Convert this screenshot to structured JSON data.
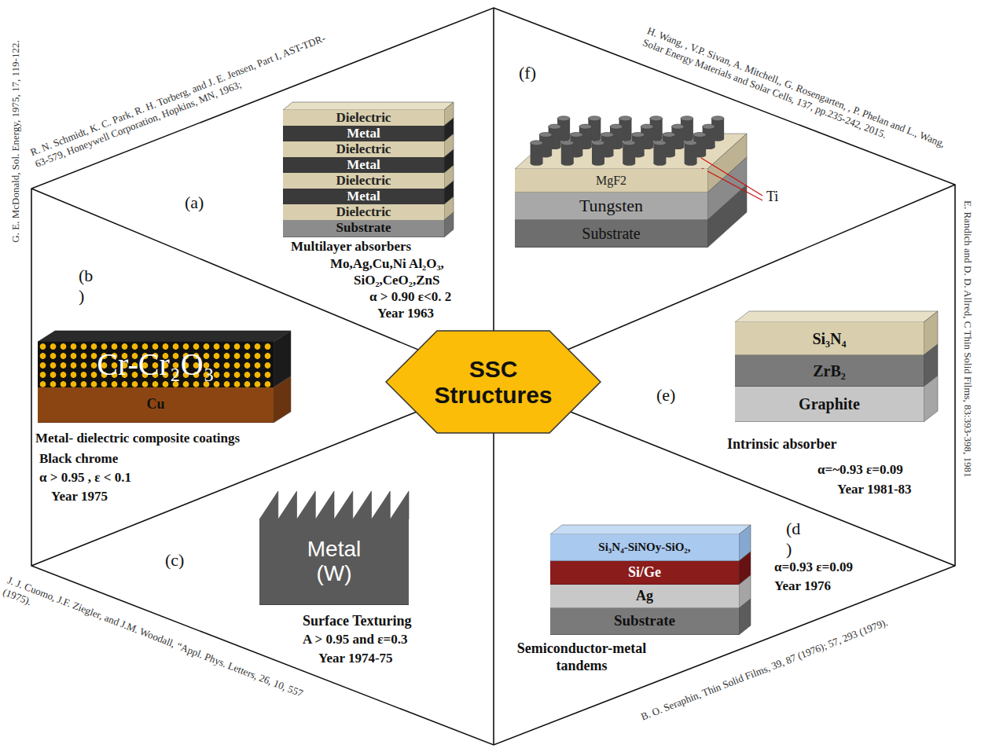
{
  "diagram": {
    "nodes": [
      {
        "text": [
          "SSC Structures"
        ]
      },
      {
        "text": [
          "Dielectric"
        ]
      },
      {
        "text": [
          "Metal"
        ]
      },
      {
        "text": [
          "Dielectric"
        ]
      },
      {
        "text": [
          "Metal"
        ]
      },
      {
        "text": [
          "Dielectric"
        ]
      },
      {
        "text": [
          "Metal"
        ]
      },
      {
        "text": [
          "Dielectric"
        ]
      },
      {
        "text": [
          "Substrate"
        ]
      },
      {
        "text": [
          "MgF2"
        ]
      },
      {
        "text": [
          "Tungsten"
        ]
      },
      {
        "text": [
          "Substrate"
        ]
      },
      {
        "text": [
          "Cr-Cr₂O₃"
        ]
      },
      {
        "text": [
          "Cu"
        ]
      },
      {
        "text": [
          "Si₃N₄"
        ]
      },
      {
        "text": [
          "ZrB₂"
        ]
      },
      {
        "text": [
          "Graphite"
        ]
      },
      {
        "text": [
          "Metal (W)"
        ]
      },
      {
        "text": [
          "Si₃N₄-SiNOy-SiO₂,"
        ]
      },
      {
        "text": [
          "Si/Ge"
        ]
      },
      {
        "text": [
          "Ag"
        ]
      },
      {
        "text": [
          "Substrate"
        ]
      }
    ],
    "labels": [
      "R. N. Schmidt, K. C. Park, R. H. Torberg, and J. E. Jensen, Part I, AST-TDR-63-579, Honeywell Corporation, Hopkins, MN, 1963;",
      "H. Wang, , V.P. Sivan, A. Mitchell,, G. Rosengarten, , P. Phelan and L., Wang, Solar Energy Materials and Solar Cells, 137, pp.235-242, 2015.",
      "(a)",
      "(f)",
      "Multilayer absorbers",
      "Mo,Ag,Cu,Ni Al₂O₃,",
      "SiO₂,CeO₂,ZnS",
      "α > 0.90 ε<0. 2",
      "Year 1963",
      "Ti",
      "G. E. McDonald, Sol. Energy, 1975, 17, 119-122.",
      "(b )",
      "E. Randich and D. D. Allred, C Thin Solid Films, 83:393-398, 1981",
      "(e)",
      "Metal- dielectric composite coatings",
      "Black chrome",
      "α > 0.95 , ε < 0.1",
      "Year 1975",
      "Intrinsic absorber",
      "α=~0.93 ε=0.09",
      "Year 1981-83",
      "(c)",
      "(d )",
      "α=0.93 ε=0.09",
      "Year 1976",
      "Surface Texturing",
      "A > 0.95 and ε=0.3",
      "Year 1974-75",
      "Semiconductor-metal tandems",
      "J. J. Cuomo, J.F. Ziegler, and J.M. Woodall, “Appl. Phys. Letters, 26, 10, 557 (1975).",
      "B. O. Seraphin, Thin Solid Films, 39, 87 (1976); 57, 293 (1979)."
    ]
  }
}
